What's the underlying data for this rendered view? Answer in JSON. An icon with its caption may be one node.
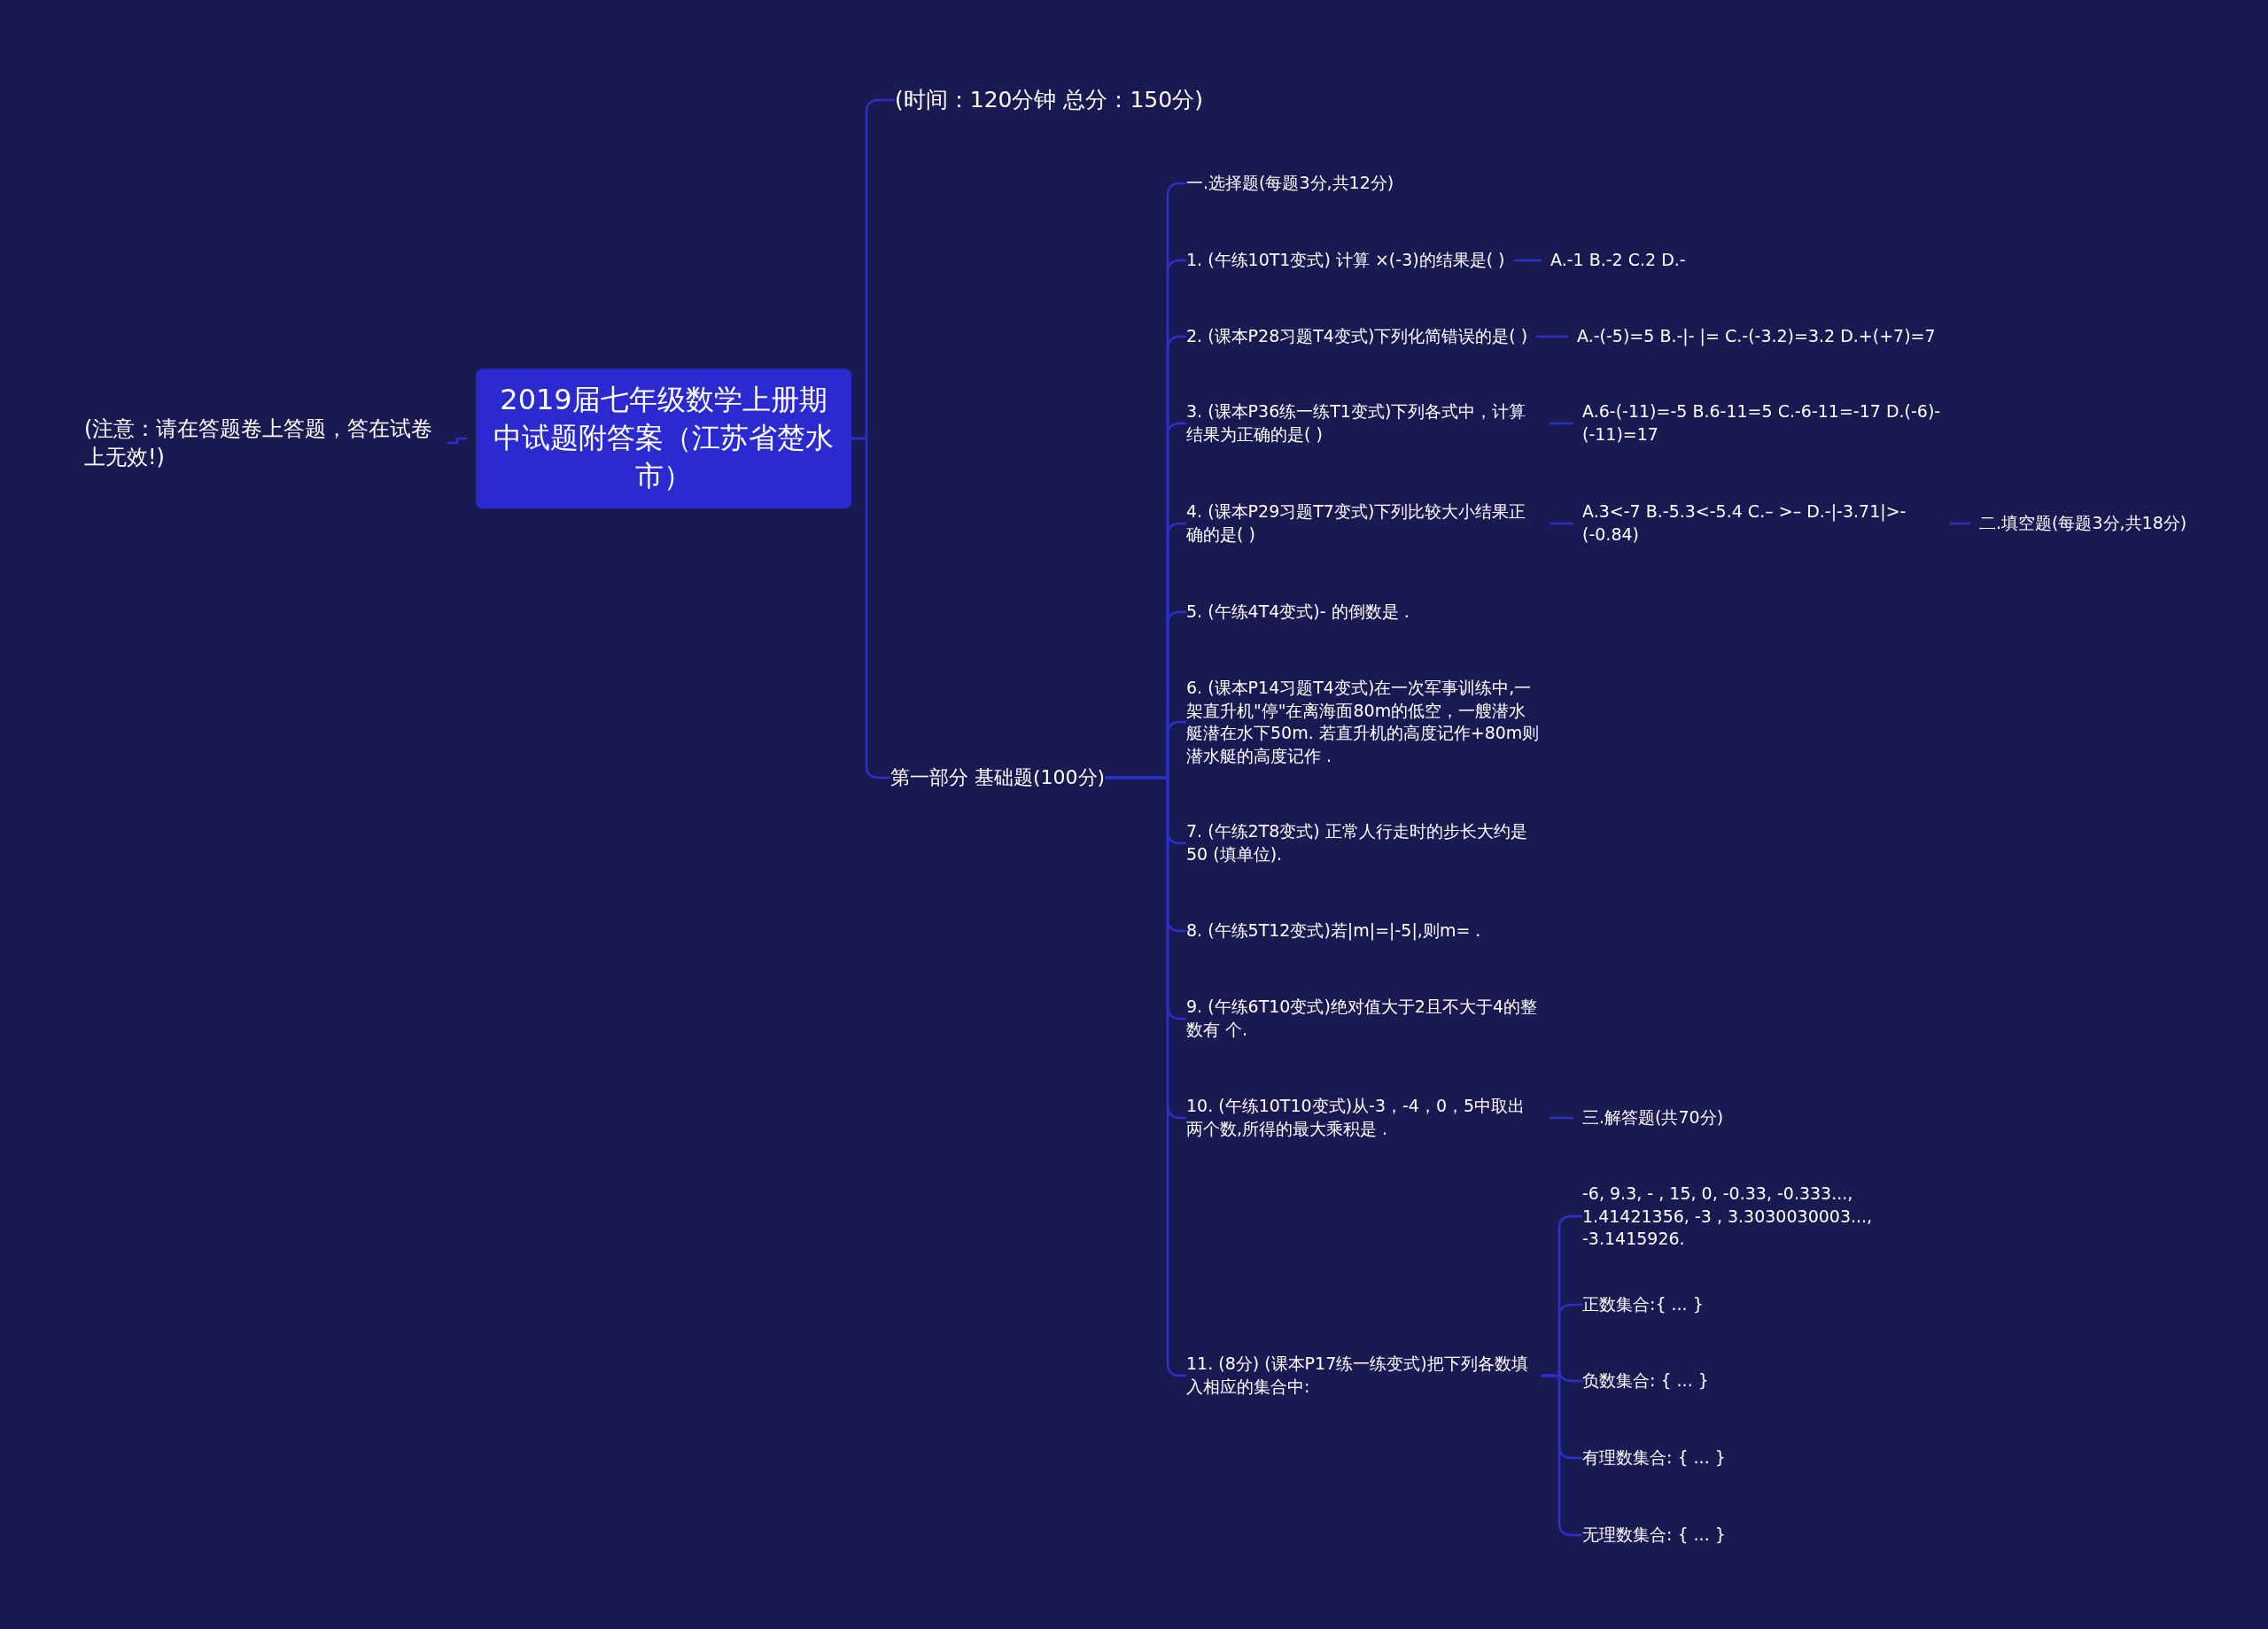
{
  "diagram": {
    "nodes": [
      {
        "text": [
          "2019届七年级数学上册期中试题附答案（江苏省楚水市）"
        ]
      },
      {
        "text": [
          "(注意：请在答题卷上答题，答在试卷上无效!)"
        ]
      },
      {
        "text": [
          "(时间：120分钟 总分：150分)"
        ]
      },
      {
        "text": [
          "第一部分 基础题(100分)"
        ]
      },
      {
        "text": [
          "一.选择题(每题3分,共12分)"
        ]
      },
      {
        "text": [
          "1. (午练10T1变式) 计算 ×(-3)的结果是( )"
        ]
      },
      {
        "text": [
          "A.-1 B.-2 C.2 D.-"
        ]
      },
      {
        "text": [
          "2. (课本P28习题T4变式)下列化简错误的是( )"
        ]
      },
      {
        "text": [
          "A.-(-5)=5 B.-|- |= C.-(-3.2)=3.2 D.+(+7)=7"
        ]
      },
      {
        "text": [
          "3. (课本P36练一练T1变式)下列各式中，计算结果为正确的是( )"
        ]
      },
      {
        "text": [
          "A.6-(-11)=-5 B.6-11=5 C.-6-11=-17 D.(-6)-(-11)=17"
        ]
      },
      {
        "text": [
          "4. (课本P29习题T7变式)下列比较大小结果正确的是( )"
        ]
      },
      {
        "text": [
          "A.3<-7 B.-5.3<-5.4 C.– >– D.-|-3.71|>-(-0.84)"
        ]
      },
      {
        "text": [
          "二.填空题(每题3分,共18分)"
        ]
      },
      {
        "text": [
          "5. (午练4T4变式)- 的倒数是 ."
        ]
      },
      {
        "text": [
          "6. (课本P14习题T4变式)在一次军事训练中,一架直升机\"停\"在离海面80m的低空，一艘潜水艇潜在水下50m. 若直升机的高度记作+80m则潜水艇的高度记作 ."
        ]
      },
      {
        "text": [
          "7. (午练2T8变式) 正常人行走时的步长大约是50 (填单位)."
        ]
      },
      {
        "text": [
          "8. (午练5T12变式)若|m|=|-5|,则m= ."
        ]
      },
      {
        "text": [
          "9. (午练6T10变式)绝对值大于2且不大于4的整数有 个."
        ]
      },
      {
        "text": [
          "10. (午练10T10变式)从-3，-4，0，5中取出两个数,所得的最大乘积是 ."
        ]
      },
      {
        "text": [
          "三.解答题(共70分)"
        ]
      },
      {
        "text": [
          "11. (8分) (课本P17练一练变式)把下列各数填入相应的集合中:"
        ]
      },
      {
        "text": [
          "-6, 9.3, - , 15, 0, -0.33, -0.333..., 1.41421356, -3 , 3.3030030003..., -3.1415926."
        ]
      },
      {
        "text": [
          "正数集合:{ ... }"
        ]
      },
      {
        "text": [
          "负数集合: { ... }"
        ]
      },
      {
        "text": [
          "有理数集合: { ... }"
        ]
      },
      {
        "text": [
          "无理数集合: { ... }"
        ]
      }
    ],
    "edges": [
      {
        "from": 0,
        "to": 1,
        "arrow": "none"
      },
      {
        "from": 0,
        "to": 2,
        "arrow": "none"
      },
      {
        "from": 0,
        "to": 3,
        "arrow": "none"
      },
      {
        "from": 3,
        "to": 4,
        "arrow": "none"
      },
      {
        "from": 3,
        "to": 5,
        "arrow": "none"
      },
      {
        "from": 5,
        "to": 6,
        "arrow": "none"
      },
      {
        "from": 3,
        "to": 7,
        "arrow": "none"
      },
      {
        "from": 7,
        "to": 8,
        "arrow": "none"
      },
      {
        "from": 3,
        "to": 9,
        "arrow": "none"
      },
      {
        "from": 9,
        "to": 10,
        "arrow": "none"
      },
      {
        "from": 3,
        "to": 11,
        "arrow": "none"
      },
      {
        "from": 11,
        "to": 12,
        "arrow": "none"
      },
      {
        "from": 12,
        "to": 13,
        "arrow": "none"
      },
      {
        "from": 3,
        "to": 14,
        "arrow": "none"
      },
      {
        "from": 3,
        "to": 15,
        "arrow": "none"
      },
      {
        "from": 3,
        "to": 16,
        "arrow": "none"
      },
      {
        "from": 3,
        "to": 17,
        "arrow": "none"
      },
      {
        "from": 3,
        "to": 18,
        "arrow": "none"
      },
      {
        "from": 3,
        "to": 19,
        "arrow": "none"
      },
      {
        "from": 19,
        "to": 20,
        "arrow": "none"
      },
      {
        "from": 3,
        "to": 21,
        "arrow": "none"
      },
      {
        "from": 21,
        "to": 22,
        "arrow": "none"
      },
      {
        "from": 21,
        "to": 23,
        "arrow": "none"
      },
      {
        "from": 21,
        "to": 24,
        "arrow": "none"
      },
      {
        "from": 21,
        "to": 25,
        "arrow": "none"
      },
      {
        "from": 21,
        "to": 26,
        "arrow": "none"
      }
    ]
  }
}
